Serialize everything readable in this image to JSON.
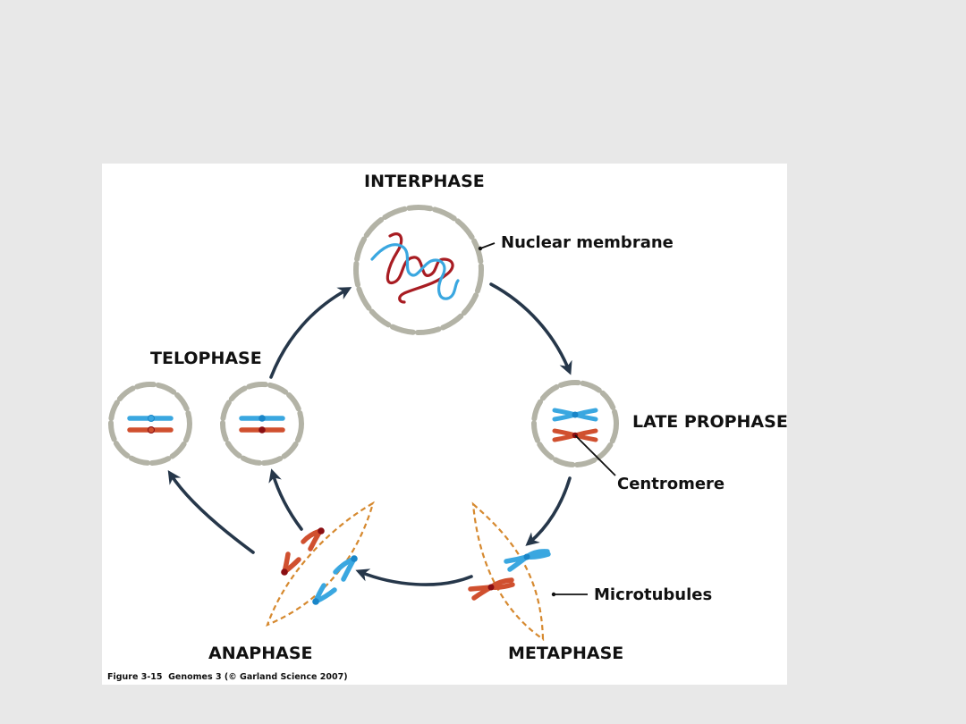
{
  "figure": {
    "phases": {
      "interphase": "INTERPHASE",
      "late_prophase": "LATE PROPHASE",
      "metaphase": "METAPHASE",
      "anaphase": "ANAPHASE",
      "telophase": "TELOPHASE"
    },
    "annotations": {
      "nuclear_membrane": "Nuclear membrane",
      "centromere": "Centromere",
      "microtubules": "Microtubules"
    },
    "caption": "Figure 3-15  Genomes 3 (© Garland Science 2007)",
    "colors": {
      "background": "#e8e8e8",
      "panel": "#ffffff",
      "membrane": "#b3b3a6",
      "arrow": "#26374a",
      "chromosome_blue": "#3aa7e0",
      "chromosome_red_light": "#d0502f",
      "chromatin_red": "#a81c22",
      "centromere_red": "#8a0e12",
      "spindle": "#d6892f"
    }
  }
}
